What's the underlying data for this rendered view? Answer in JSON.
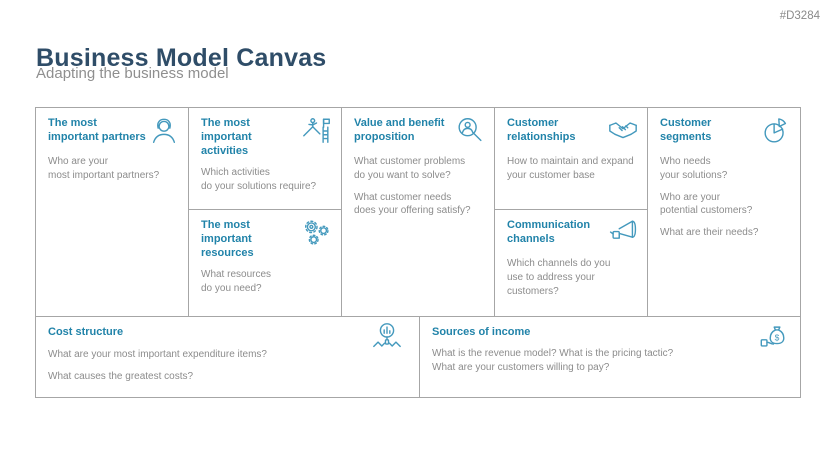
{
  "page": {
    "tag": "#D3284",
    "title": "Business Model Canvas",
    "subtitle": "Adapting the business model"
  },
  "colors": {
    "accent": "#2183A9",
    "title": "#2F4D68",
    "body_text": "#8C8C8C",
    "border": "#A6A6A6",
    "icon": "#4499BD"
  },
  "canvas": {
    "cells": {
      "partners": {
        "title": "The most important partners",
        "icon": "person-icon",
        "paragraphs": [
          "Who are your\nmost important partners?"
        ]
      },
      "activities": {
        "title": "The most important activities",
        "icon": "mountain-climb-icon",
        "paragraphs": [
          "Which activities\ndo your solutions require?"
        ]
      },
      "resources": {
        "title": "The most important resources",
        "icon": "gears-icon",
        "paragraphs": [
          "What resources\ndo you need?"
        ]
      },
      "value_proposition": {
        "title": "Value and benefit proposition",
        "icon": "person-magnifier-icon",
        "paragraphs": [
          "What customer problems\ndo you want to solve?",
          "What customer needs\ndoes your offering satisfy?"
        ]
      },
      "customer_relationships": {
        "title": "Customer relationships",
        "icon": "handshake-icon",
        "paragraphs": [
          "How to maintain and expand\nyour customer base"
        ]
      },
      "communication_channels": {
        "title": "Communication channels",
        "icon": "megaphone-icon",
        "paragraphs": [
          "Which channels do you\nuse to address your\ncustomers?"
        ]
      },
      "customer_segments": {
        "title": "Customer segments",
        "icon": "pie-chart-icon",
        "paragraphs": [
          "Who needs\nyour solutions?",
          "Who are your\npotential customers?",
          "What are their needs?"
        ]
      },
      "cost_structure": {
        "title": "Cost structure",
        "icon": "chart-magnifier-icon",
        "paragraphs": [
          "What are your most important expenditure items?",
          "What causes the greatest costs?"
        ]
      },
      "sources_of_income": {
        "title": "Sources of income",
        "icon": "money-bag-icon",
        "paragraphs": [
          "What is the revenue model? What is the pricing tactic?\nWhat are your customers willing to pay?"
        ]
      }
    }
  }
}
